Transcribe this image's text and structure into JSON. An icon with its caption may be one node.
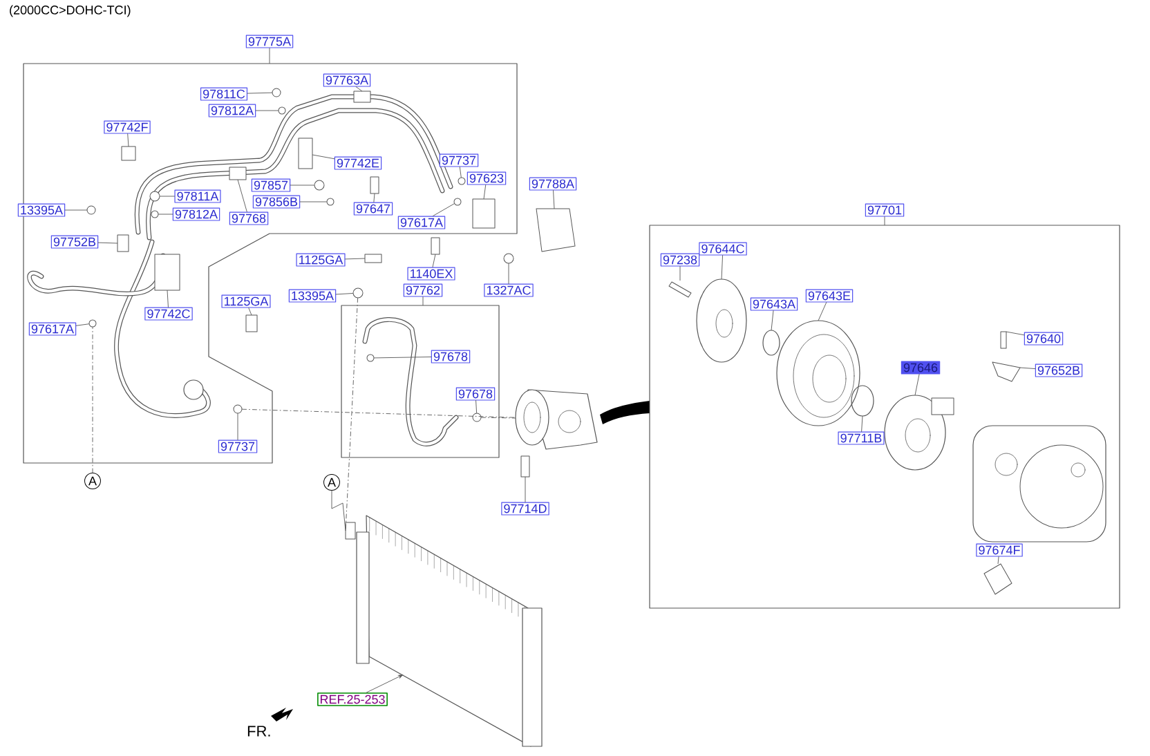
{
  "diagram": {
    "title": "(2000CC>DOHC-TCI)",
    "nodes": [
      {
        "text": [
          "97775A"
        ]
      },
      {
        "text": [
          "97763A"
        ],
        "in": 43
      },
      {
        "text": [
          "97811C"
        ],
        "in": 43
      },
      {
        "text": [
          "97812A"
        ],
        "in": 43
      },
      {
        "text": [
          "97742F"
        ],
        "in": 43
      },
      {
        "text": [
          "97742E"
        ],
        "in": 43
      },
      {
        "text": [
          "97737"
        ],
        "in": 43
      },
      {
        "text": [
          "97623"
        ],
        "in": 43
      },
      {
        "text": [
          "97788A"
        ]
      },
      {
        "text": [
          "13395A"
        ]
      },
      {
        "text": [
          "97811A"
        ],
        "in": 43
      },
      {
        "text": [
          "97812A"
        ],
        "in": 43
      },
      {
        "text": [
          "97857"
        ],
        "in": 43
      },
      {
        "text": [
          "97856B"
        ],
        "in": 43
      },
      {
        "text": [
          "97768"
        ],
        "in": 43
      },
      {
        "text": [
          "97647"
        ],
        "in": 43
      },
      {
        "text": [
          "97617A"
        ],
        "in": 43
      },
      {
        "text": [
          "97752B"
        ],
        "in": 43
      },
      {
        "text": [
          "1125GA"
        ]
      },
      {
        "text": [
          "1140EX"
        ]
      },
      {
        "text": [
          "1327AC"
        ]
      },
      {
        "text": [
          "97762"
        ]
      },
      {
        "text": [
          "13395A"
        ]
      },
      {
        "text": [
          "97742C"
        ],
        "in": 43
      },
      {
        "text": [
          "1125GA"
        ]
      },
      {
        "text": [
          "97617A"
        ],
        "in": 43
      },
      {
        "text": [
          "97678"
        ],
        "in": 44
      },
      {
        "text": [
          "97678"
        ],
        "in": 44
      },
      {
        "text": [
          "97737"
        ],
        "in": 43
      },
      {
        "text": [
          "97714D"
        ]
      },
      {
        "text": [
          "97701"
        ]
      },
      {
        "text": [
          "97238"
        ],
        "in": 45
      },
      {
        "text": [
          "97644C"
        ],
        "in": 45
      },
      {
        "text": [
          "97643A"
        ],
        "in": 45
      },
      {
        "text": [
          "97643E"
        ],
        "in": 45
      },
      {
        "text": [
          "97646"
        ],
        "in": 45
      },
      {
        "text": [
          "97640"
        ],
        "in": 45
      },
      {
        "text": [
          "97652B"
        ],
        "in": 45
      },
      {
        "text": [
          "97711B"
        ],
        "in": 45
      },
      {
        "text": [
          "97674F"
        ],
        "in": 45
      },
      {
        "text": [
          "A"
        ]
      },
      {
        "text": [
          "A"
        ]
      },
      {
        "text": [
          "REF.25-253"
        ]
      },
      {
        "text": [],
        "shape": "box"
      },
      {
        "text": [],
        "shape": "box"
      },
      {
        "text": [],
        "shape": "box"
      },
      {
        "text": [],
        "shape": "box",
        "in": 43
      },
      {
        "text": [],
        "shape": "box",
        "in": 43
      },
      {
        "text": [],
        "shape": "circle",
        "in": 43
      },
      {
        "text": [],
        "shape": "circle",
        "in": 43
      },
      {
        "text": [],
        "shape": "box",
        "in": 43
      },
      {
        "text": [],
        "shape": "box",
        "in": 43
      },
      {
        "text": [],
        "shape": "circle",
        "in": 43
      },
      {
        "text": [],
        "shape": "box",
        "in": 43
      },
      {
        "text": [],
        "shape": "box"
      },
      {
        "text": [],
        "shape": "circle",
        "in": 43
      },
      {
        "text": [],
        "shape": "circle",
        "in": 43
      },
      {
        "text": [],
        "shape": "circle",
        "in": 43
      },
      {
        "text": [],
        "shape": "circle",
        "in": 43
      },
      {
        "text": [],
        "shape": "circle",
        "in": 43
      },
      {
        "text": [],
        "shape": "box",
        "in": 43
      },
      {
        "text": [],
        "shape": "circle",
        "in": 43
      },
      {
        "text": [],
        "shape": "box",
        "in": 43
      },
      {
        "text": [],
        "shape": "box"
      },
      {
        "text": [],
        "shape": "box"
      },
      {
        "text": [],
        "shape": "circle"
      },
      {
        "text": [],
        "shape": "circle"
      },
      {
        "text": [],
        "shape": "box",
        "in": 43
      },
      {
        "text": [],
        "shape": "box"
      },
      {
        "text": [],
        "shape": "circle",
        "in": 43
      },
      {
        "text": [],
        "shape": "circle",
        "in": 44
      },
      {
        "text": [],
        "shape": "circle",
        "in": 44
      },
      {
        "text": [],
        "shape": "circle",
        "in": 43
      },
      {
        "text": [],
        "shape": "box"
      },
      {
        "text": [],
        "shape": "box",
        "in": 45
      },
      {
        "text": [],
        "shape": "picture",
        "in": 45
      },
      {
        "text": [],
        "shape": "circle",
        "in": 45
      },
      {
        "text": [],
        "shape": "picture",
        "in": 45
      },
      {
        "text": [],
        "shape": "picture",
        "in": 45
      },
      {
        "text": [],
        "shape": "box",
        "in": 45
      },
      {
        "text": [],
        "shape": "box",
        "in": 45
      },
      {
        "text": [],
        "shape": "circle",
        "in": 45
      },
      {
        "text": [],
        "shape": "box",
        "in": 45
      },
      {
        "text": [],
        "shape": "box"
      },
      {
        "text": [],
        "shape": "picture"
      },
      {
        "text": [],
        "shape": "picture"
      }
    ],
    "edges": [
      {
        "from": 0,
        "to": 43,
        "arrow": "none"
      },
      {
        "from": 1,
        "to": 46,
        "arrow": "none"
      },
      {
        "from": 2,
        "to": 48,
        "arrow": "none"
      },
      {
        "from": 3,
        "to": 49,
        "arrow": "none"
      },
      {
        "from": 4,
        "to": 50,
        "arrow": "none"
      },
      {
        "from": 5,
        "to": 51,
        "arrow": "none"
      },
      {
        "from": 6,
        "to": 52,
        "arrow": "none"
      },
      {
        "from": 7,
        "to": 53,
        "arrow": "none"
      },
      {
        "from": 8,
        "to": 54,
        "arrow": "none"
      },
      {
        "from": 9,
        "to": 55,
        "arrow": "none"
      },
      {
        "from": 10,
        "to": 56,
        "arrow": "none"
      },
      {
        "from": 11,
        "to": 57,
        "arrow": "none"
      },
      {
        "from": 12,
        "to": 58,
        "arrow": "none"
      },
      {
        "from": 13,
        "to": 59,
        "arrow": "none"
      },
      {
        "from": 14,
        "to": 47,
        "arrow": "none"
      },
      {
        "from": 15,
        "to": 60,
        "arrow": "none"
      },
      {
        "from": 16,
        "to": 61,
        "arrow": "none"
      },
      {
        "from": 17,
        "to": 62,
        "arrow": "none"
      },
      {
        "from": 18,
        "to": 63,
        "arrow": "none"
      },
      {
        "from": 19,
        "to": 64,
        "arrow": "none"
      },
      {
        "from": 20,
        "to": 65,
        "arrow": "none"
      },
      {
        "from": 21,
        "to": 44,
        "arrow": "none"
      },
      {
        "from": 22,
        "to": 66,
        "arrow": "none"
      },
      {
        "from": 23,
        "to": 67,
        "arrow": "none"
      },
      {
        "from": 24,
        "to": 68,
        "arrow": "none"
      },
      {
        "from": 25,
        "to": 69,
        "arrow": "none"
      },
      {
        "from": 26,
        "to": 70,
        "arrow": "none"
      },
      {
        "from": 27,
        "to": 71,
        "arrow": "none"
      },
      {
        "from": 28,
        "to": 72,
        "arrow": "none"
      },
      {
        "from": 29,
        "to": 73,
        "arrow": "none"
      },
      {
        "from": 30,
        "to": 45,
        "arrow": "none"
      },
      {
        "from": 31,
        "to": 74,
        "arrow": "none"
      },
      {
        "from": 32,
        "to": 75,
        "arrow": "none"
      },
      {
        "from": 33,
        "to": 76,
        "arrow": "none"
      },
      {
        "from": 34,
        "to": 77,
        "arrow": "none"
      },
      {
        "from": 35,
        "to": 78,
        "arrow": "none"
      },
      {
        "from": 36,
        "to": 79,
        "arrow": "none"
      },
      {
        "from": 37,
        "to": 80,
        "arrow": "none"
      },
      {
        "from": 38,
        "to": 81,
        "arrow": "none"
      },
      {
        "from": 39,
        "to": 82,
        "arrow": "none"
      },
      {
        "from": 40,
        "to": 69,
        "arrow": "none",
        "style": "dashed"
      },
      {
        "from": 41,
        "to": 83,
        "arrow": "none"
      },
      {
        "from": 42,
        "to": 84,
        "arrow": "to"
      },
      {
        "from": 66,
        "to": 83,
        "arrow": "none",
        "style": "dashed"
      },
      {
        "from": 71,
        "to": 85,
        "arrow": "none",
        "style": "dashed"
      },
      {
        "from": 72,
        "to": 85,
        "arrow": "none",
        "style": "dashed"
      }
    ],
    "labels": [
      "FR."
    ]
  }
}
